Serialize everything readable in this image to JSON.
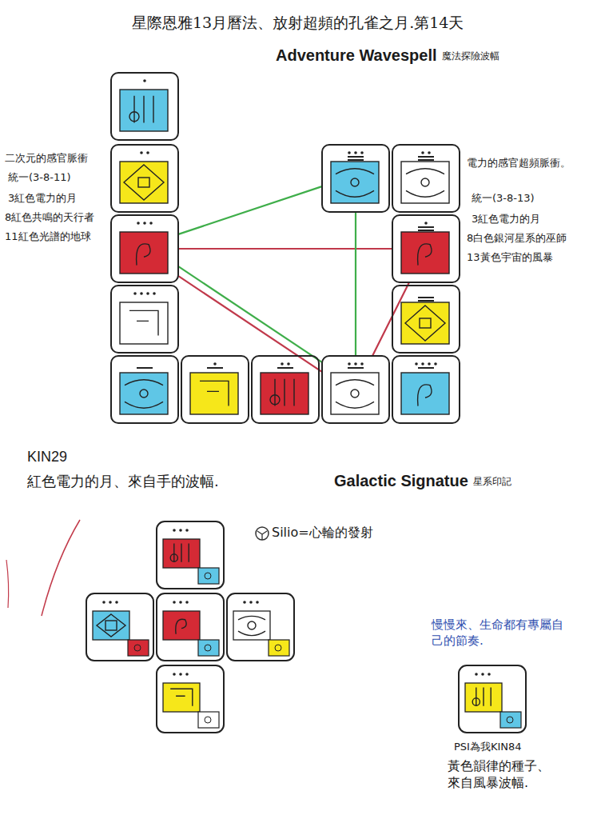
{
  "diagram": {
    "title": "星際恩雅13月曆法、放射超頻的孔雀之月.第14天",
    "nodes": [
      {
        "text": []
      },
      {
        "text": []
      },
      {
        "text": []
      },
      {
        "text": []
      },
      {
        "text": []
      },
      {
        "text": []
      },
      {
        "text": []
      },
      {
        "text": []
      },
      {
        "text": []
      },
      {
        "text": []
      },
      {
        "text": []
      },
      {
        "text": []
      },
      {
        "text": []
      }
    ],
    "edges": [
      {
        "from": 2,
        "to": 10,
        "arrow": "none"
      },
      {
        "from": 2,
        "to": 7,
        "arrow": "none"
      },
      {
        "from": 7,
        "to": 10,
        "arrow": "none"
      },
      {
        "from": 2,
        "to": 12,
        "arrow": "none"
      },
      {
        "from": 12,
        "to": 7,
        "arrow": "none"
      },
      {
        "from": 2,
        "to": 7,
        "arrow": "none"
      }
    ],
    "labels": [
      "Adventure Wavespell",
      "魔法探險波幅",
      "二次元的感官脈衝",
      "統一(3-8-11)",
      "3紅色電力的月",
      "8紅色共鳴的天行者",
      "11紅色光譜的地球",
      "電力的感官超頻脈衝。",
      "統一(3-8-13)",
      "3紅色電力的月",
      "8白色銀河星系的巫師",
      "13黃色宇宙的風暴",
      "KIN29",
      "紅色電力的月、來自手的波幅.",
      "Galactic Signatue",
      "星系印記",
      "Silio=心輪的發射",
      "慢慢來、生命都有專屬自己的節奏.",
      "PSI為我KIN84",
      "黃色韻律的種子、來自風暴波幅."
    ]
  }
}
